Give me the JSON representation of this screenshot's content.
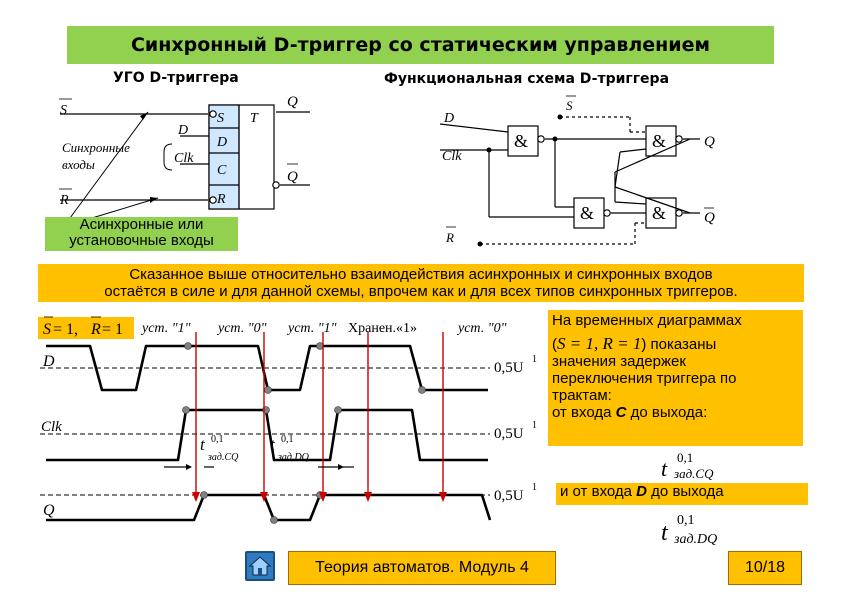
{
  "title": "Синхронный D-триггер со статическим управлением",
  "ugo": {
    "heading": "УГО  D-триггера",
    "left_S": "S",
    "left_R": "R",
    "sync_label_1": "Синхронные",
    "sync_label_2": "входы",
    "D": "D",
    "Clk": "Clk",
    "box_S": "S",
    "box_D": "D",
    "box_C": "C",
    "box_R": "R",
    "box_T": "T",
    "out_Q": "Q",
    "out_Qbar": "Q",
    "async_callout_1": "Асинхронные или",
    "async_callout_2": "установочные входы"
  },
  "func": {
    "heading": "Функциональная схема D-триггера",
    "S": "S",
    "D": "D",
    "Clk": "Clk",
    "R": "R",
    "amp": "&",
    "Q": "Q",
    "Qbar": "Q"
  },
  "statement": {
    "line1": "Сказанное выше относительно взаимодействия асинхронных и синхронных входов",
    "line2": "остаётся в силе и для данной схемы, впрочем как и для всех типов синхронных триггеров."
  },
  "timing": {
    "cond_S": "S",
    "cond_eq1": " = 1,",
    "cond_R": "R",
    "cond_eq2": " = 1",
    "state_1": "уст.  \"1\"",
    "state_2": "уст.  \"0\"",
    "state_3": "уст.  \"1\"",
    "state_4": "Хранен.«1»",
    "state_5": "уст.  \"0\"",
    "sig_D": "D",
    "sig_Clk": "Clk",
    "sig_Q": "Q",
    "half_u_D": "0,5U",
    "half_u_Clk": "0,5U",
    "half_u_Q": "0,5U",
    "sup_1": "1",
    "t_main": "t",
    "t_sup": "0,1",
    "t_sub_CQ": "зад.CQ",
    "t_sub_DQ": "зад.DQ"
  },
  "note": {
    "p1": "На временных диаграммах",
    "cond_open": "(",
    "cond_text": "S = 1, R = 1",
    "cond_close": ")  показаны",
    "p2": "значения задержек",
    "p3": "переключения триггера по",
    "p4": "трактам:",
    "p5_a": " от входа ",
    "p5_b": "C",
    "p5_c": "  до выхода:",
    "p6_a": "  и от входа ",
    "p6_b": "D",
    "p6_c": " до выхода",
    "t_main": "t",
    "t_sup": "0,1",
    "t_sub_CQ": "зад.CQ",
    "t_sub_DQ": "зад.DQ"
  },
  "footer": {
    "course": "Теория автоматов. Модуль 4",
    "page": "10/18",
    "home_icon": "home-icon"
  },
  "colors": {
    "title_bg": "#92d050",
    "callout_bg": "#92d050",
    "note_bg": "#ffc000",
    "marker_red": "#cc0000",
    "dot": "#808080"
  }
}
